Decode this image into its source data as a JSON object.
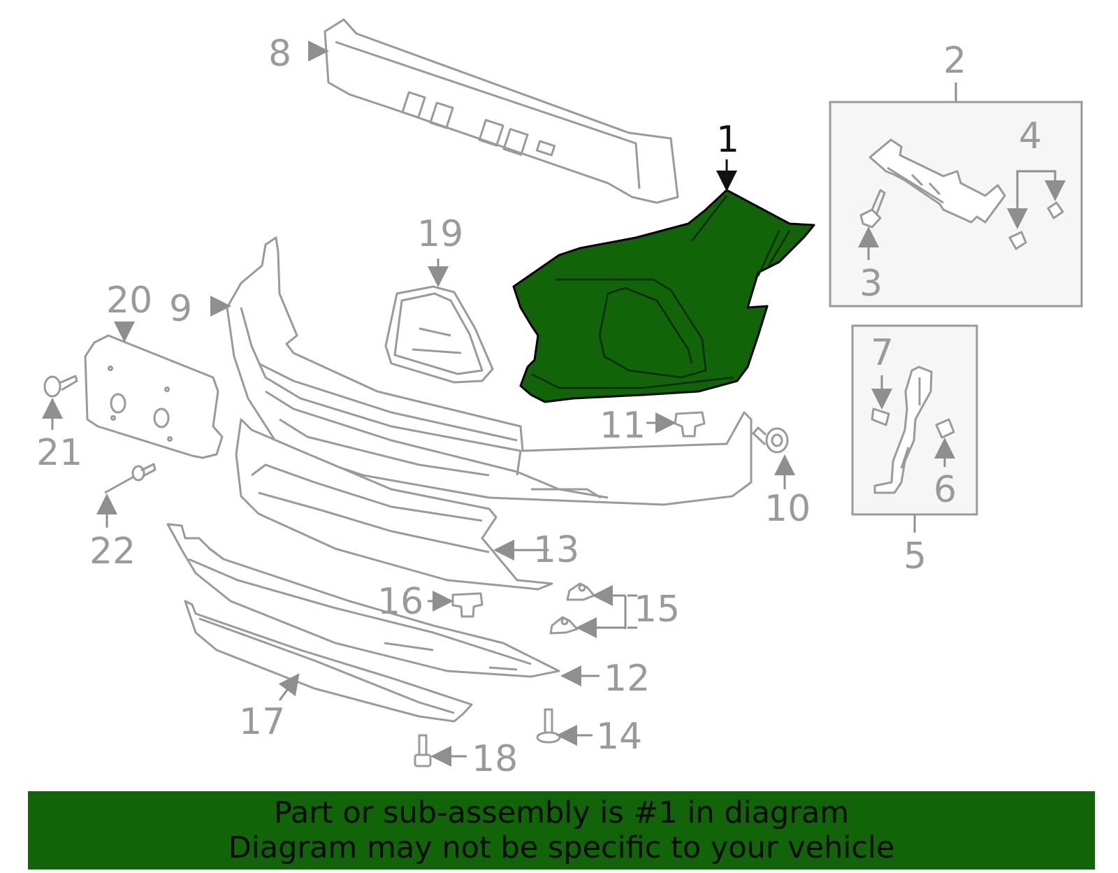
{
  "highlight_color": "#126409",
  "callouts": {
    "c1": "1",
    "c2": "2",
    "c3": "3",
    "c4": "4",
    "c5": "5",
    "c6": "6",
    "c7": "7",
    "c8": "8",
    "c9": "9",
    "c10": "10",
    "c11": "11",
    "c12": "12",
    "c13": "13",
    "c14": "14",
    "c15": "15",
    "c16": "16",
    "c17": "17",
    "c18": "18",
    "c19": "19",
    "c20": "20",
    "c21": "21",
    "c22": "22"
  },
  "banner": {
    "line1": "Part or sub-assembly is #1 in diagram",
    "line2": "Diagram may not be specific to your vehicle"
  }
}
